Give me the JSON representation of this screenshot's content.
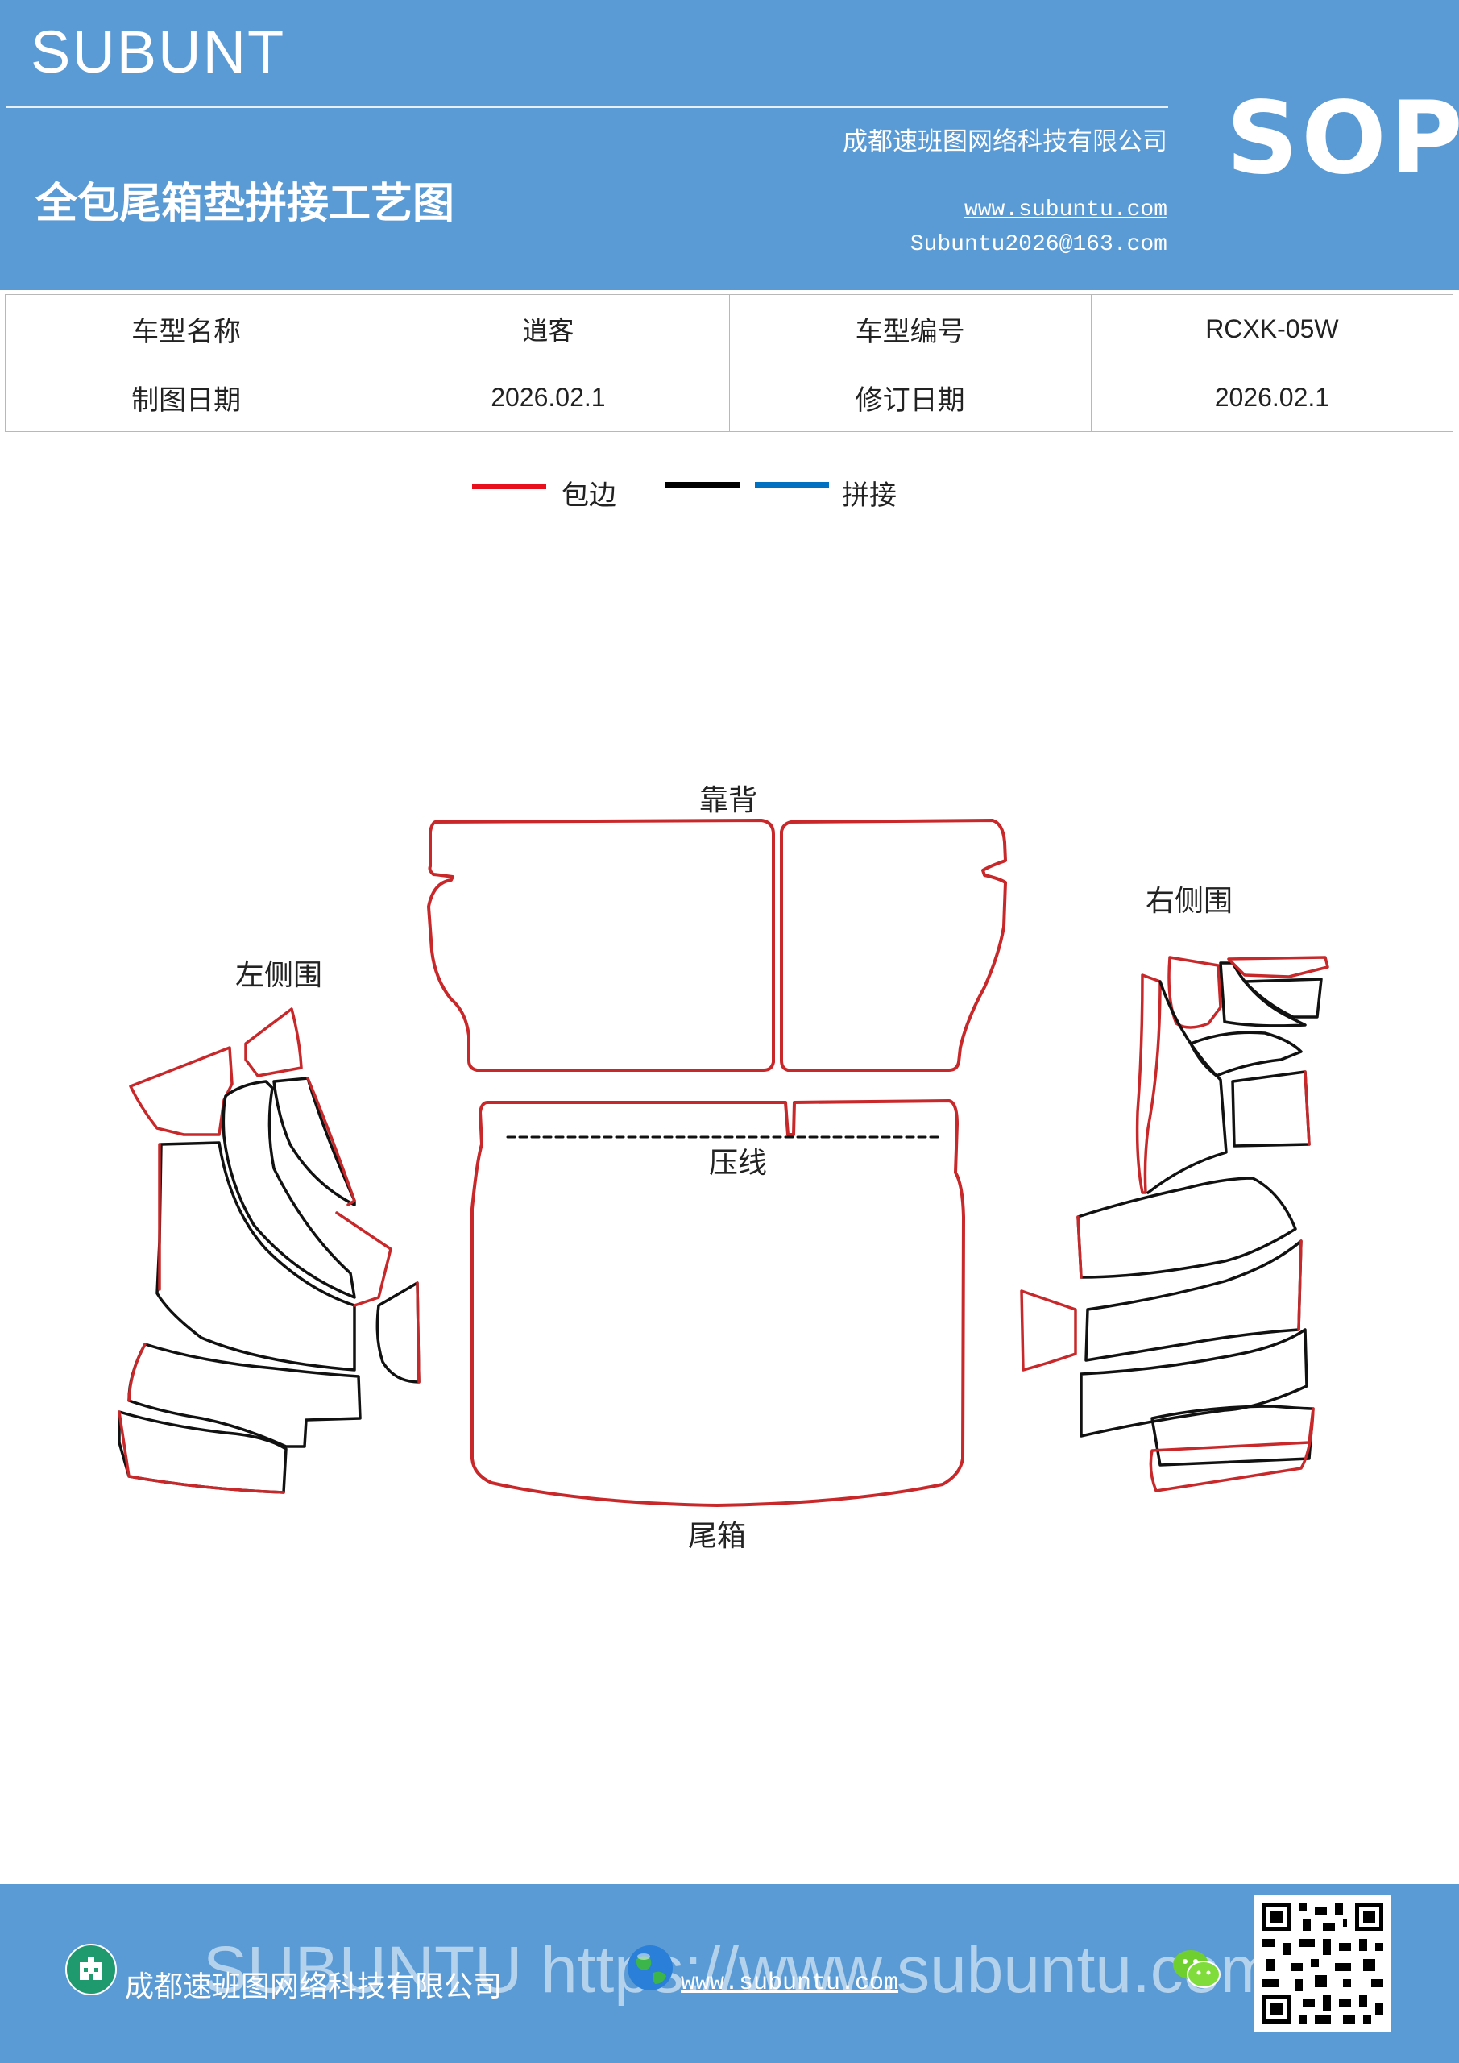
{
  "header": {
    "brand": "SUBUNT",
    "doc_title": "全包尾箱垫拼接工艺图",
    "company": "成都速班图网络科技有限公司",
    "website": "www.subuntu.com",
    "email": "Subuntu2026@163.com",
    "badge": "SOP"
  },
  "info_table": {
    "rows": [
      [
        {
          "label": "车型名称"
        },
        {
          "value": "逍客"
        },
        {
          "label": "车型编号"
        },
        {
          "value": "RCXK-05W"
        }
      ],
      [
        {
          "label": "制图日期"
        },
        {
          "value": "2026.02.1"
        },
        {
          "label": "修订日期"
        },
        {
          "value": "2026.02.1"
        }
      ]
    ]
  },
  "legend": {
    "edging": {
      "label": "包边",
      "color": "#e8101c"
    },
    "black": {
      "color": "#000000"
    },
    "splice": {
      "label": "拼接",
      "color": "#0070c0"
    }
  },
  "diagram": {
    "labels": {
      "backrest": "靠背",
      "left_side": "左侧围",
      "right_side": "右侧围",
      "crease": "压线",
      "trunk": "尾箱"
    },
    "colors": {
      "outline_red": "#c8282a",
      "line_black": "#111111"
    }
  },
  "footer": {
    "company": "成都速班图网络科技有限公司",
    "website": "www.subuntu.com",
    "watermark": "SUBUNTU https://www.subuntu.com",
    "icons": [
      "company-icon",
      "globe-icon",
      "wechat-icon",
      "qr-code"
    ]
  }
}
